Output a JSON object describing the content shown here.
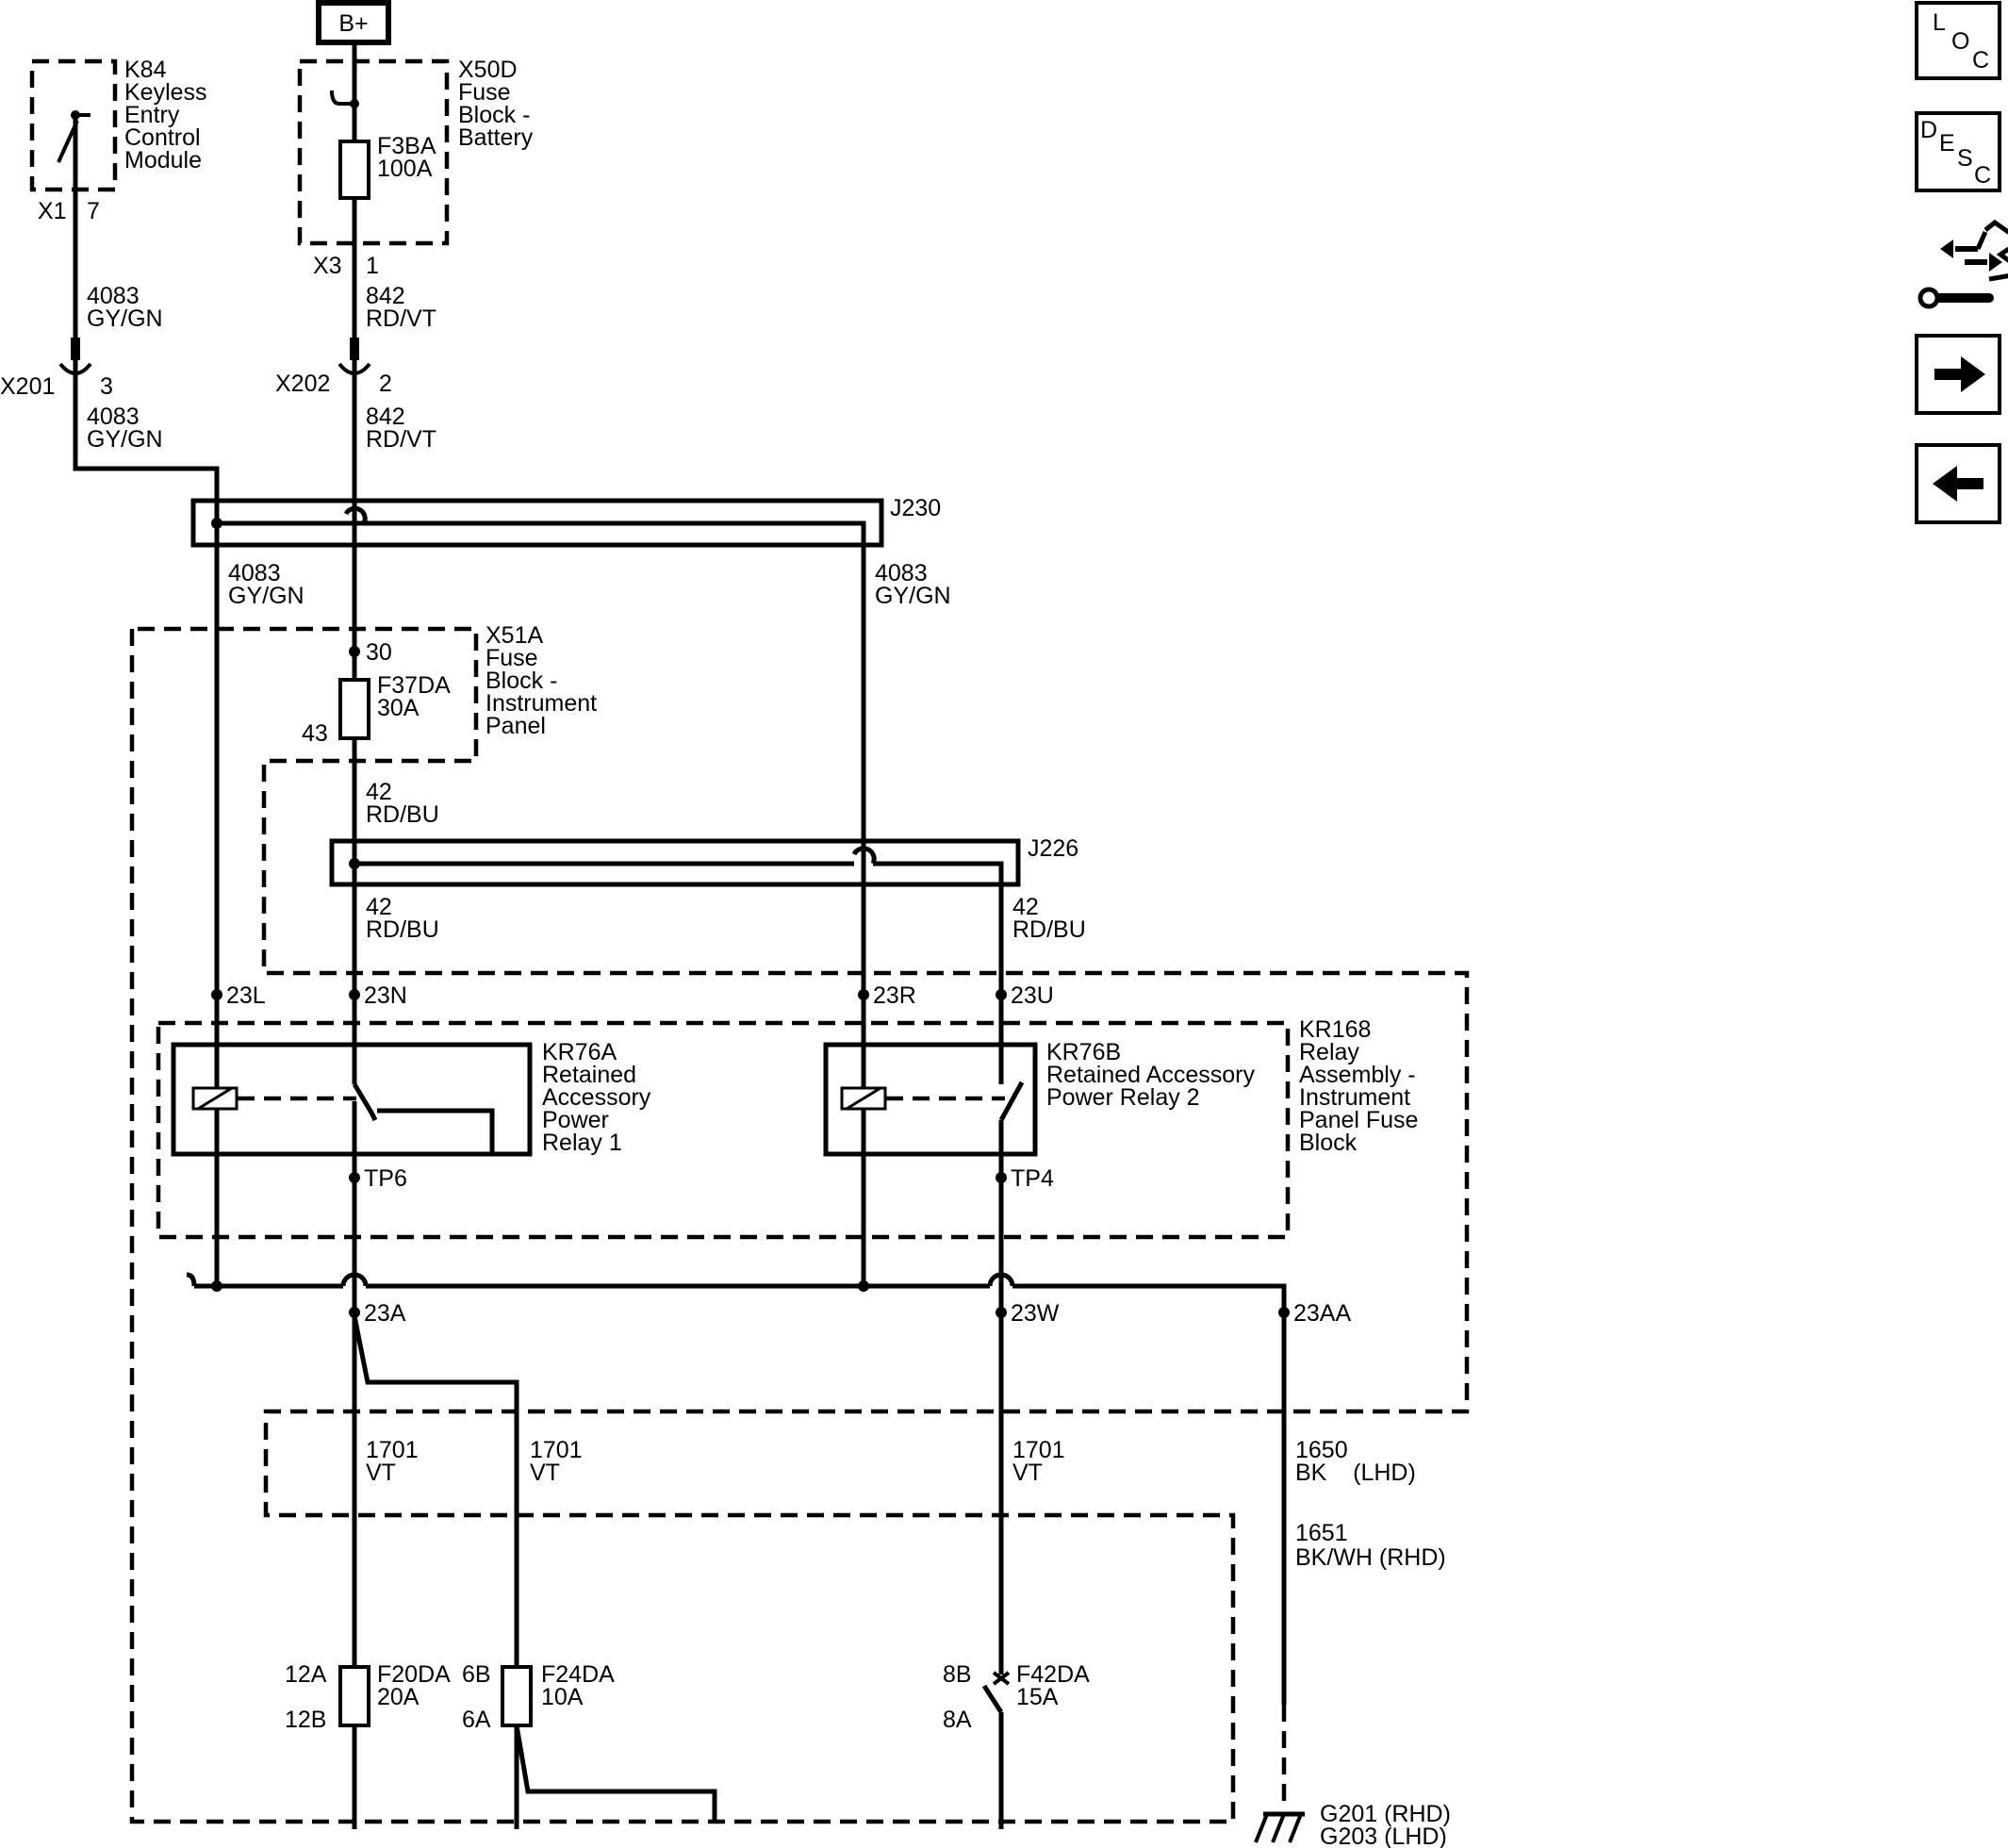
{
  "battery": {
    "label": "B+"
  },
  "components": {
    "k84": {
      "lines": [
        "K84",
        "Keyless",
        "Entry",
        "Control",
        "Module"
      ],
      "connector": "X1",
      "pin": "7"
    },
    "x50d": {
      "lines": [
        "X50D",
        "Fuse",
        "Block -",
        "Battery"
      ],
      "fuse": [
        "F3BA",
        "100A"
      ],
      "connector": "X3",
      "pin": "1"
    },
    "x51a": {
      "lines": [
        "X51A",
        "Fuse",
        "Block -",
        "Instrument",
        "Panel"
      ],
      "fuse": [
        "F37DA",
        "30A"
      ],
      "pin_in": "30",
      "pin_out": "43"
    },
    "kr76a": {
      "lines": [
        "KR76A",
        "Retained",
        "Accessory",
        "Power",
        "Relay 1"
      ]
    },
    "kr76b": {
      "lines": [
        "KR76B",
        "Retained Accessory",
        "Power Relay 2"
      ]
    },
    "kr168": {
      "lines": [
        "KR168",
        "Relay",
        "Assembly -",
        "Instrument",
        "Panel Fuse",
        "Block"
      ]
    }
  },
  "inline_connectors": {
    "x201": {
      "name": "X201",
      "pin": "3"
    },
    "x202": {
      "name": "X202",
      "pin": "2"
    }
  },
  "splices": {
    "j230": "J230",
    "j226": "J226"
  },
  "wires": {
    "w4083_top": [
      "4083",
      "GY/GN"
    ],
    "w4083_mid": [
      "4083",
      "GY/GN"
    ],
    "w4083_left": [
      "4083",
      "GY/GN"
    ],
    "w4083_right": [
      "4083",
      "GY/GN"
    ],
    "w842_top": [
      "842",
      "RD/VT"
    ],
    "w842_mid": [
      "842",
      "RD/VT"
    ],
    "w42_top": [
      "42",
      "RD/BU"
    ],
    "w42_left": [
      "42",
      "RD/BU"
    ],
    "w42_right": [
      "42",
      "RD/BU"
    ],
    "w1701_a": [
      "1701",
      "VT"
    ],
    "w1701_b": [
      "1701",
      "VT"
    ],
    "w1701_c": [
      "1701",
      "VT"
    ],
    "w1650": [
      "1650",
      "BK    (LHD)"
    ],
    "w1651": [
      "1651",
      "BK/WH (RHD)"
    ]
  },
  "pins": {
    "p23l": "23L",
    "p23n": "23N",
    "p23r": "23R",
    "p23u": "23U",
    "tp6": "TP6",
    "tp4": "TP4",
    "p23a": "23A",
    "p23w": "23W",
    "p23aa": "23AA"
  },
  "fuses": {
    "f20da": {
      "name": "F20DA",
      "rating": "20A",
      "pin_top": "12A",
      "pin_bottom": "12B"
    },
    "f24da": {
      "name": "F24DA",
      "rating": "10A",
      "pin_top": "6B",
      "pin_bottom": "6A"
    },
    "f42da": {
      "name": "F42DA",
      "rating": "15A",
      "pin_top": "8B",
      "pin_bottom": "8A"
    }
  },
  "grounds": {
    "lines": [
      "G201 (RHD)",
      "G203 (LHD)"
    ]
  },
  "nav": {
    "loc": [
      "L",
      "O",
      "C"
    ],
    "desc": [
      "D",
      "E",
      "S",
      "C"
    ],
    "icons": [
      "connector-repair-icon",
      "next-arrow-icon",
      "back-arrow-icon"
    ]
  }
}
